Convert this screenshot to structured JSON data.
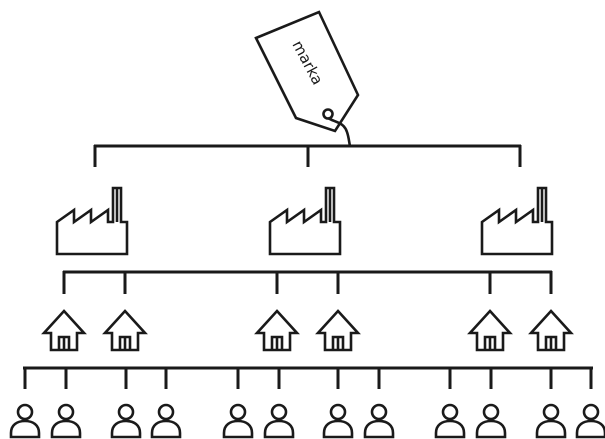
{
  "tag": {
    "label": "marka"
  },
  "icons": {
    "tag": "price-tag-icon",
    "factory": "factory-icon",
    "store": "house-icon",
    "person": "person-icon"
  },
  "structure": {
    "factories": 3,
    "stores_per_factory": 2,
    "customers_per_store": 2
  },
  "colors": {
    "line": "#1a1a1a",
    "background": "#ffffff"
  }
}
